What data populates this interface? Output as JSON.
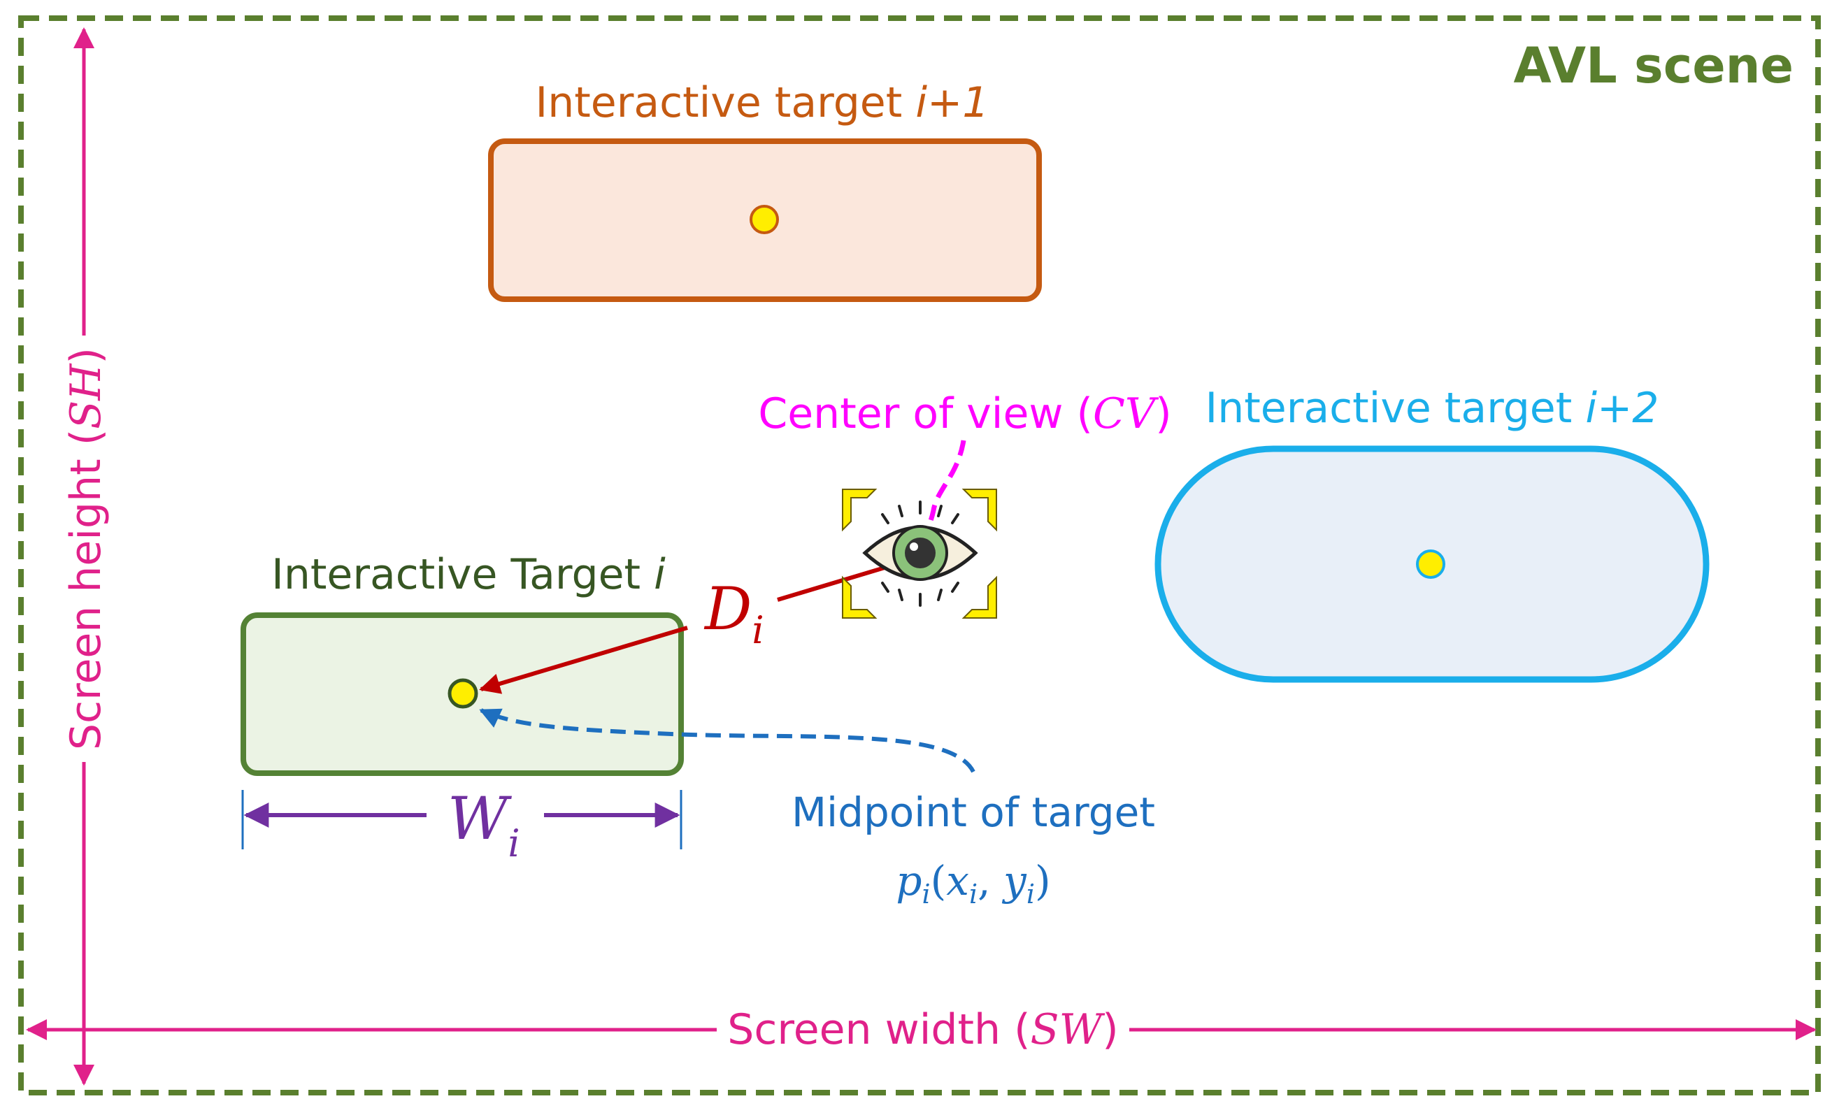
{
  "scene": {
    "title": "AVL scene",
    "screen_width_label": "Screen width",
    "screen_width_symbol": "SW",
    "screen_height_label": "Screen height",
    "screen_height_symbol": "SH"
  },
  "targets": {
    "target_i": {
      "label": "Interactive Target",
      "index": "i",
      "width_symbol": "W",
      "width_subscript": "i",
      "color": "#548235",
      "fill": "#ebf3e4"
    },
    "target_i1": {
      "label": "Interactive target",
      "index": "i+1",
      "color": "#c55a11",
      "fill": "#fbe7dc"
    },
    "target_i2": {
      "label": "Interactive target",
      "index": "i+2",
      "color": "#1aaeea",
      "fill": "#e8eff8"
    }
  },
  "center_of_view": {
    "label": "Center of view",
    "symbol": "CV",
    "color": "#ff00ff"
  },
  "distance": {
    "symbol": "D",
    "subscript": "i",
    "color": "#c00000"
  },
  "midpoint": {
    "label": "Midpoint of target",
    "formula": "p",
    "formula_sub": "i",
    "x": "x",
    "x_sub": "i",
    "y": "y",
    "y_sub": "i",
    "color": "#1e6fbf"
  },
  "colors": {
    "scene_border": "#5a7f2e",
    "dimension_pink": "#e0218a",
    "width_arrow": "#7030a0",
    "midpoint_dot": "#ffee00"
  },
  "icons": {
    "eye": "eye-icon",
    "corners": "focus-bracket-icon"
  }
}
